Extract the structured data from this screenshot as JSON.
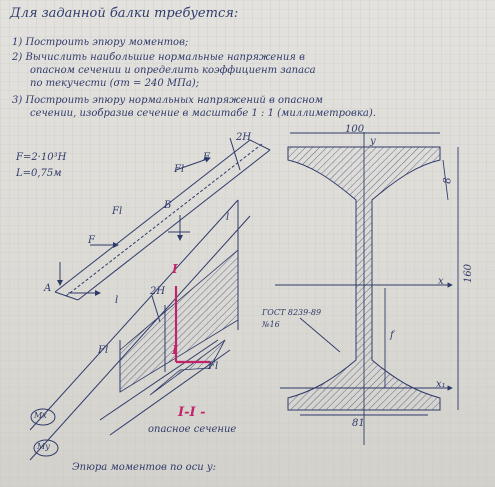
{
  "title": "Для заданной балки требуется:",
  "tasks": [
    "1) Построить эпюру моментов;",
    "2) Вычислить наибольшие нормальные напряжения в",
    "опасном сечении и определить коэффициент запаса",
    "по текучести (σт = 240 МПа);",
    "3) Построить эпюру нормальных напряжений в опасном",
    "сечении, изобразив сечение в масштабе 1 : 1 (миллиметровка)."
  ],
  "given": {
    "force": "F=2·10³Н",
    "length": "L=0,75м"
  },
  "beam_labels": {
    "point_a": "A",
    "point_b": "B",
    "force_f": "F",
    "force_fl": "Fl",
    "dim_2h": "2H",
    "len_l": "l",
    "section_mark": "I",
    "section_title": "I-I -",
    "section_subtitle": "опасное сечение",
    "diagram_mx": "Мх",
    "diagram_my": "Му"
  },
  "section_labels": {
    "width_top": "100",
    "width_bottom": "81",
    "height": "160",
    "flange": "8",
    "axis_x": "x",
    "axis_y": "y",
    "axis_x1": "x₁",
    "dim_f": "f",
    "gost": "ГОСТ 8239-89",
    "profile_no": "№16"
  },
  "footer": "Эпюра моментов по оси y:",
  "colors": {
    "ink": "#2f3b6b",
    "accent": "#c2246a"
  }
}
